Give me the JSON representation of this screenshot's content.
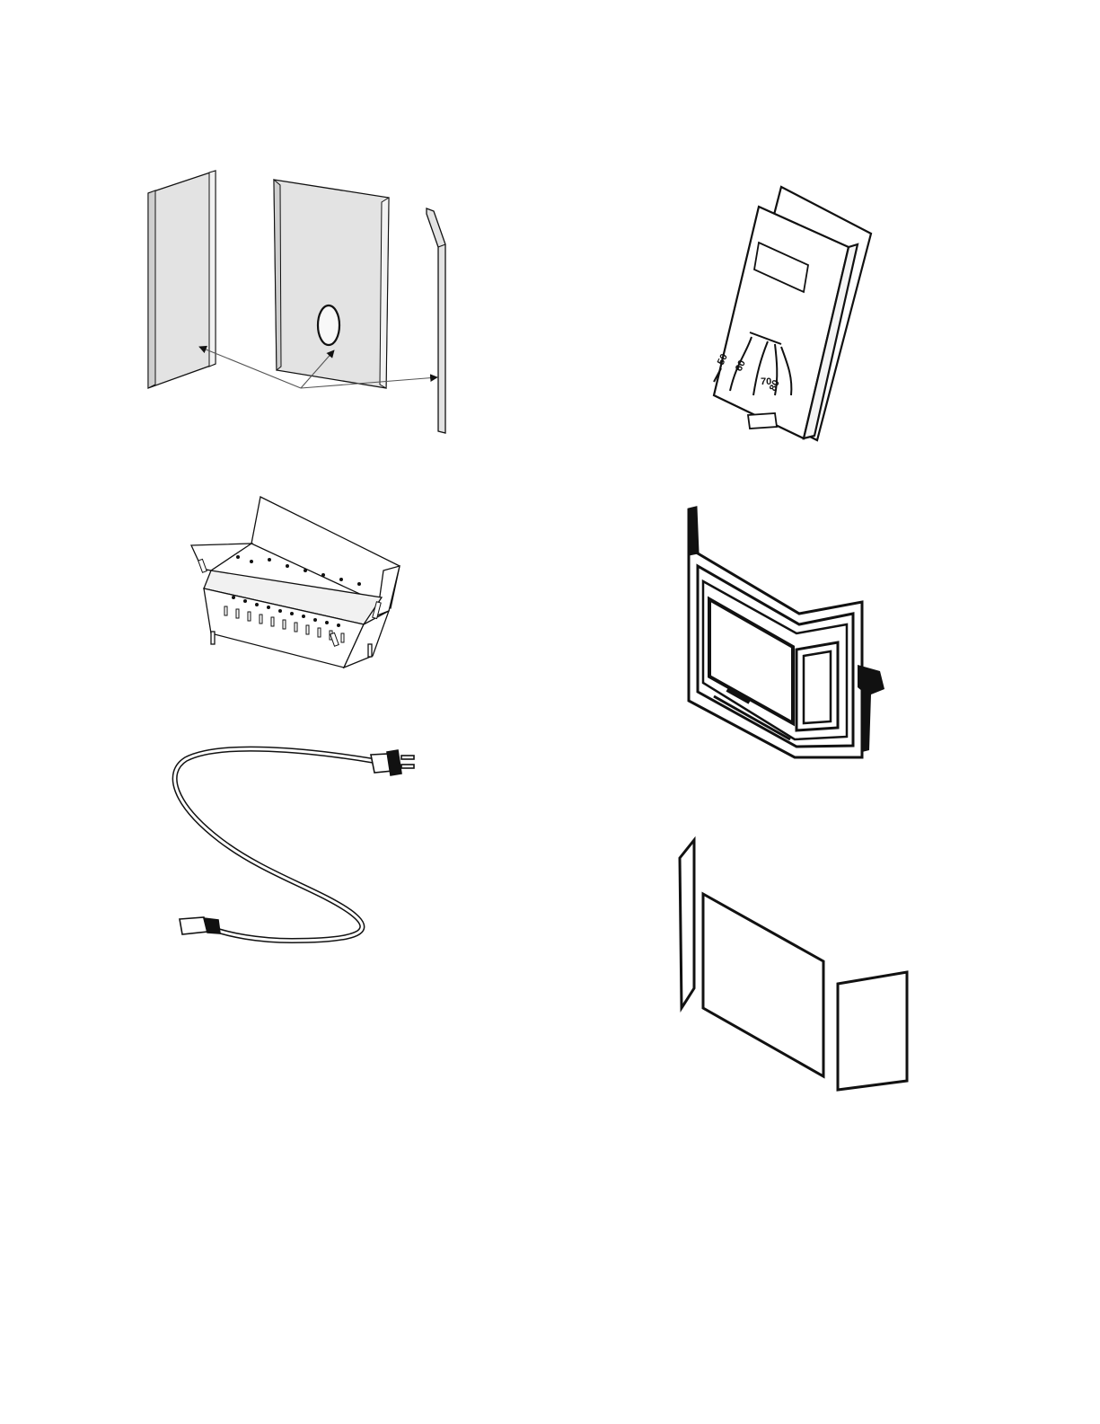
{
  "figures": {
    "refractory_panels": {},
    "thermostat": {
      "dial_marks": [
        "50",
        "60",
        "70",
        "80"
      ]
    },
    "log_grate": {},
    "power_cord": {},
    "fireplace_door": {},
    "insulation_boards": {}
  },
  "colors": {
    "ink": "#111111",
    "panel_fill": "#e3e3e3",
    "paper": "#ffffff"
  }
}
